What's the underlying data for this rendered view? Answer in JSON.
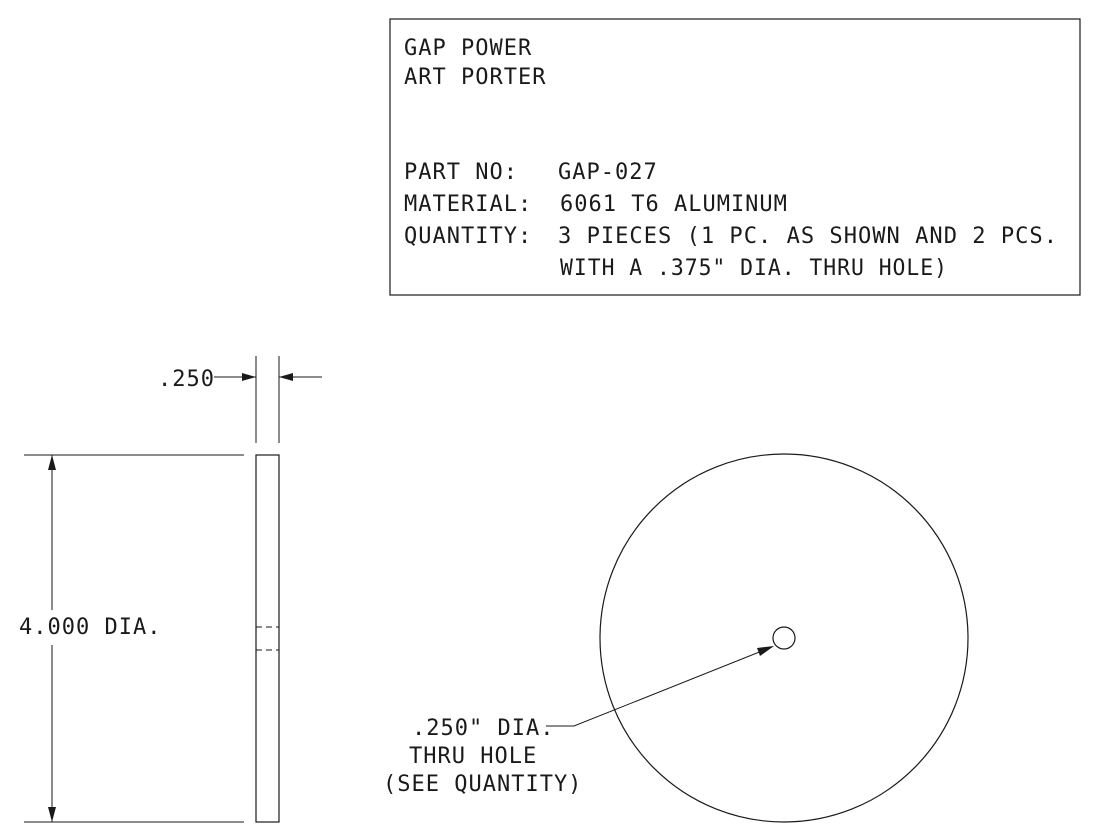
{
  "title_block": {
    "company": "GAP POWER",
    "person": "ART PORTER",
    "part_no_label": "PART NO:",
    "part_no_value": "GAP-027",
    "material_label": "MATERIAL:",
    "material_value": "6061 T6 ALUMINUM",
    "quantity_label": "QUANTITY:",
    "quantity_line1": "3 PIECES (1 PC. AS SHOWN AND 2 PCS.",
    "quantity_line2": "WITH A .375\" DIA. THRU HOLE)"
  },
  "side_view": {
    "thickness_label": ".250",
    "diameter_label": "4.000 DIA."
  },
  "front_view": {
    "hole_note_line1": ".250\" DIA.",
    "hole_note_line2": "THRU HOLE",
    "hole_note_line3": "(SEE QUANTITY)"
  }
}
